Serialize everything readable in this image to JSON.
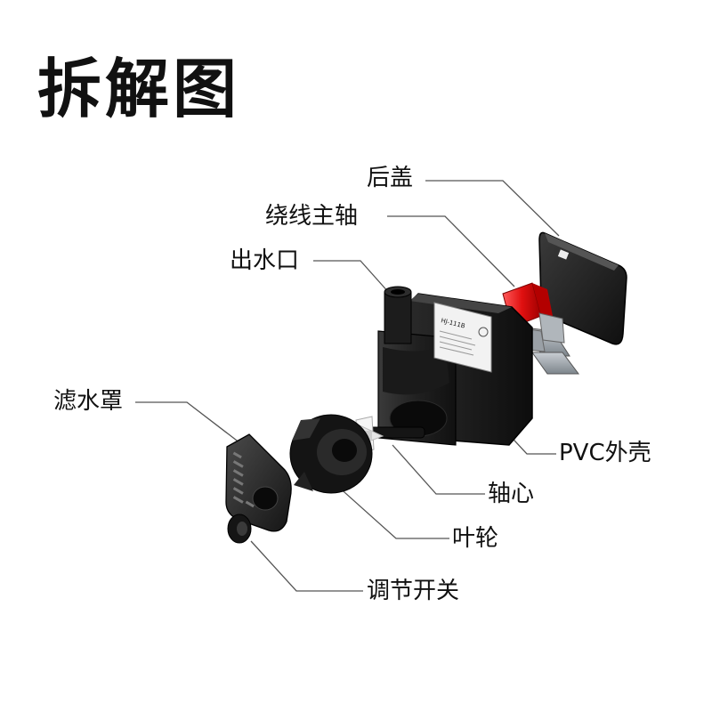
{
  "title": "拆解图",
  "labels": {
    "back_cover": "后盖",
    "winding_shaft": "绕线主轴",
    "water_outlet": "出水口",
    "filter_cover": "滤水罩",
    "pvc_shell": "PVC外壳",
    "shaft_core": "轴心",
    "impeller": "叶轮",
    "adjust_switch": "调节开关"
  },
  "product_label_text": "HJ-111B"
}
